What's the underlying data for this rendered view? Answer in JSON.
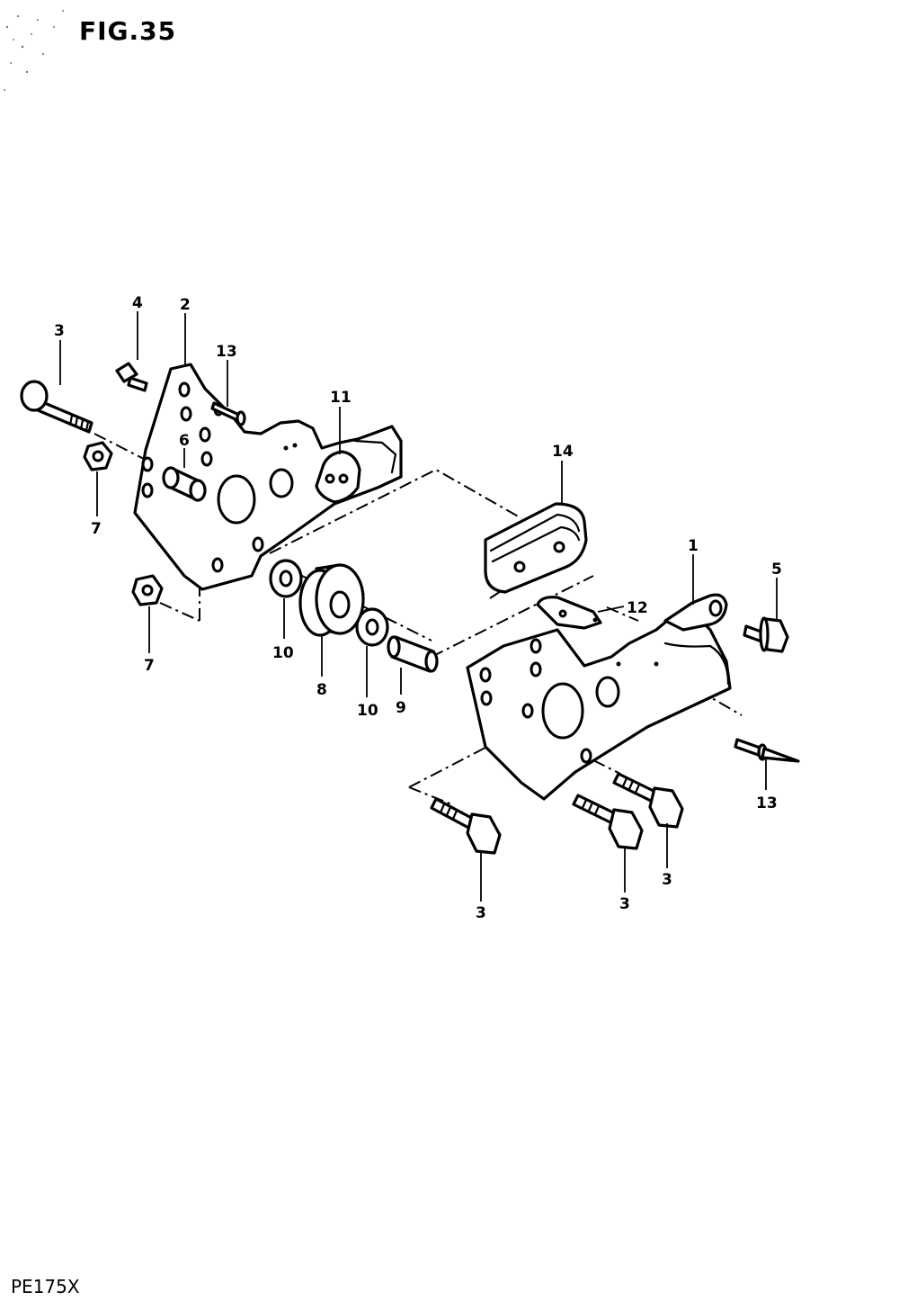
{
  "figure": {
    "title": "FIG.35",
    "model": "PE175X"
  },
  "callouts": {
    "c1": "1",
    "c2": "2",
    "c3a": "3",
    "c3b": "3",
    "c3c": "3",
    "c3d": "3",
    "c4": "4",
    "c5": "5",
    "c6": "6",
    "c7a": "7",
    "c7b": "7",
    "c8": "8",
    "c9": "9",
    "c10a": "10",
    "c10b": "10",
    "c11": "11",
    "c12": "12",
    "c13a": "13",
    "c13b": "13",
    "c14": "14"
  }
}
